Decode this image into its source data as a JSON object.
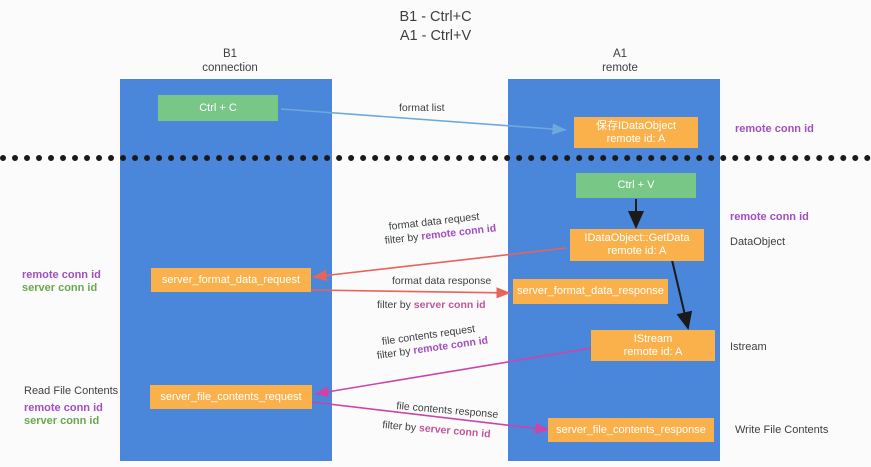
{
  "title": "B1 - Ctrl+C\nA1 - Ctrl+V",
  "columns": {
    "left": "B1\nconnection",
    "right": "A1\nremote"
  },
  "colors": {
    "lane": "#4a86d9",
    "green_node": "#78c786",
    "orange_node": "#fbb14b",
    "remote_conn_id": "#a34ec0",
    "server_conn_id_green": "#6aa84f",
    "server_conn_id_pink": "#c2549d",
    "arrow_format_list": "#6fa8dc",
    "arrow_format_data": "#e8645a",
    "arrow_file_contents": "#cc44aa",
    "arrow_black": "#1a1a1a",
    "separator": "#1a1a1a",
    "background": "#fbfbfb"
  },
  "nodes": {
    "ctrl_c": "Ctrl + C",
    "save_idataobject": "保存IDataObject\nremote id: A",
    "ctrl_v": "Ctrl + V",
    "idataobject_getdata": "IDataObject::GetData\nremote id: A",
    "server_format_data_request": "server_format_data_request",
    "server_format_data_response": "server_format_data_response",
    "istream": "IStream\nremote id: A",
    "server_file_contents_request": "server_file_contents_request",
    "server_file_contents_response": "server_file_contents_response"
  },
  "edge_labels": {
    "format_list": "format list",
    "format_data_request": "format data request",
    "format_data_request_filter_prefix": "filter by ",
    "format_data_request_filter_key": "remote conn id",
    "format_data_response": "format data response",
    "format_data_response_filter_prefix": "filter by ",
    "format_data_response_filter_key": "server conn id",
    "file_contents_request": "file contents request",
    "file_contents_request_filter_prefix": "filter by ",
    "file_contents_request_filter_key": "remote conn id",
    "file_contents_response": "file contents response",
    "file_contents_response_filter_prefix": "filter by ",
    "file_contents_response_filter_key": "server conn id"
  },
  "side_labels": {
    "right_top_remote_conn_id": "remote conn id",
    "right_mid_remote_conn_id": "remote conn id",
    "right_dataobject": "DataObject",
    "right_istream": "Istream",
    "right_write_file_contents": "Write File Contents",
    "left_remote_conn_id": "remote conn id",
    "left_server_conn_id": "server conn id",
    "left_read_file_contents": "Read File Contents",
    "left_bottom_remote_conn_id": "remote conn id",
    "left_bottom_server_conn_id": "server conn id"
  }
}
